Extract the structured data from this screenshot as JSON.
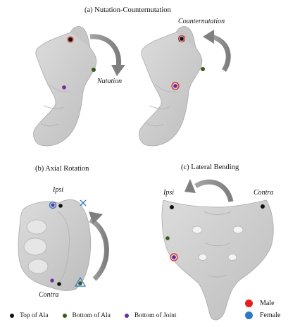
{
  "panels": {
    "a": {
      "title": "(a) Nutation-Counternutation",
      "left_label": "Nutation",
      "right_label": "Counternutation"
    },
    "b": {
      "title": "(b) Axial Rotation",
      "top_label": "Ipsi",
      "bottom_label": "Contra"
    },
    "c": {
      "title": "(c) Lateral Bending",
      "left_label": "Ipsi",
      "right_label": "Contra"
    }
  },
  "legend_landmarks": [
    {
      "label": "Top of Ala",
      "color": "#111111"
    },
    {
      "label": "Bottom of Ala",
      "color": "#3a5a1c"
    },
    {
      "label": "Bottom of Joint",
      "color": "#6a2a9a"
    }
  ],
  "legend_sex": [
    {
      "label": "Male",
      "color": "#e8201c"
    },
    {
      "label": "Female",
      "color": "#2a7ac8"
    }
  ],
  "colors": {
    "bone": "#cfcfcf",
    "bone_shade": "#b8b8b8",
    "arrow": "#8a8a8a"
  }
}
